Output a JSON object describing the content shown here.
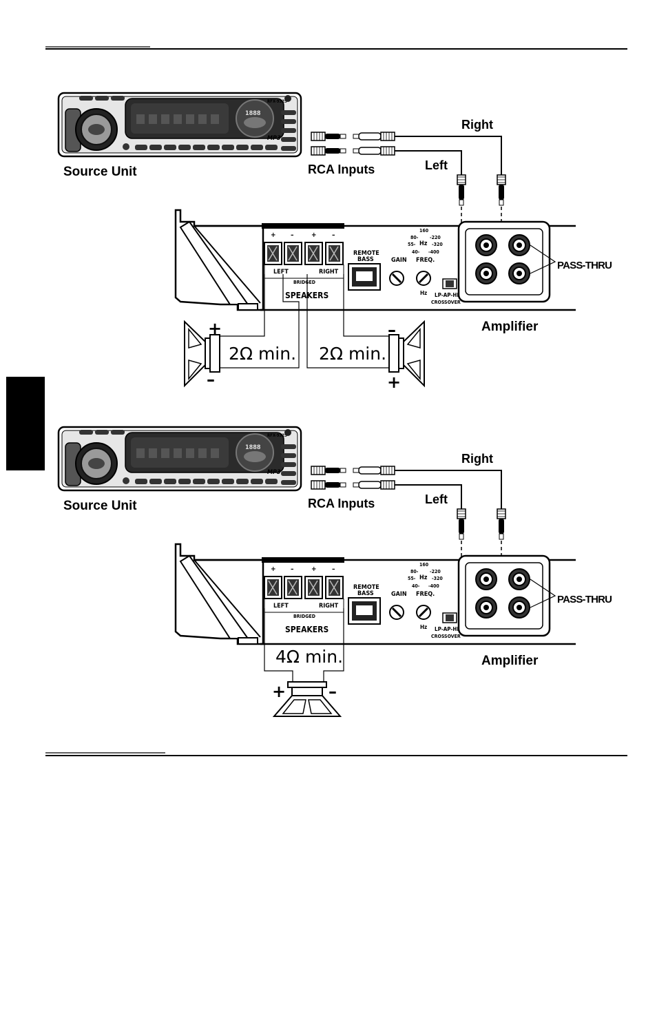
{
  "diagram1": {
    "source_unit": "Source Unit",
    "rca_inputs": "RCA Inputs",
    "right": "Right",
    "left": "Left",
    "pass_thru": "PASS-THRU",
    "amplifier": "Amplifier",
    "speakers": "SPEAKERS",
    "bridged": "BRIDGED",
    "ch_left": "LEFT",
    "ch_right": "RIGHT",
    "remote": "REMOTE",
    "bass": "BASS",
    "gain": "GAIN",
    "freq": "FREQ.",
    "hz": "Hz",
    "crossover_mode": "LP-AP-HP",
    "crossover": "CROSSOVER",
    "scale": [
      "160",
      "80-",
      "-220",
      "55-",
      "-320",
      "40-",
      "-400"
    ],
    "load_left": "2Ω min.",
    "load_right": "2Ω min.",
    "plus": "+",
    "minus": "–"
  },
  "diagram2": {
    "source_unit": "Source Unit",
    "rca_inputs": "RCA Inputs",
    "right": "Right",
    "left": "Left",
    "pass_thru": "PASS-THRU",
    "amplifier": "Amplifier",
    "speakers": "SPEAKERS",
    "bridged": "BRIDGED",
    "ch_left": "LEFT",
    "ch_right": "RIGHT",
    "remote": "REMOTE",
    "bass": "BASS",
    "gain": "GAIN",
    "freq": "FREQ.",
    "hz": "Hz",
    "crossover_mode": "LP-AP-HP",
    "crossover": "CROSSOVER",
    "scale": [
      "160",
      "80-",
      "-220",
      "55-",
      "-320",
      "40-",
      "-400"
    ],
    "load": "4Ω min.",
    "plus": "+",
    "minus": "–"
  },
  "headunit": {
    "model": "RFX-9325",
    "mp3": "MP3"
  }
}
